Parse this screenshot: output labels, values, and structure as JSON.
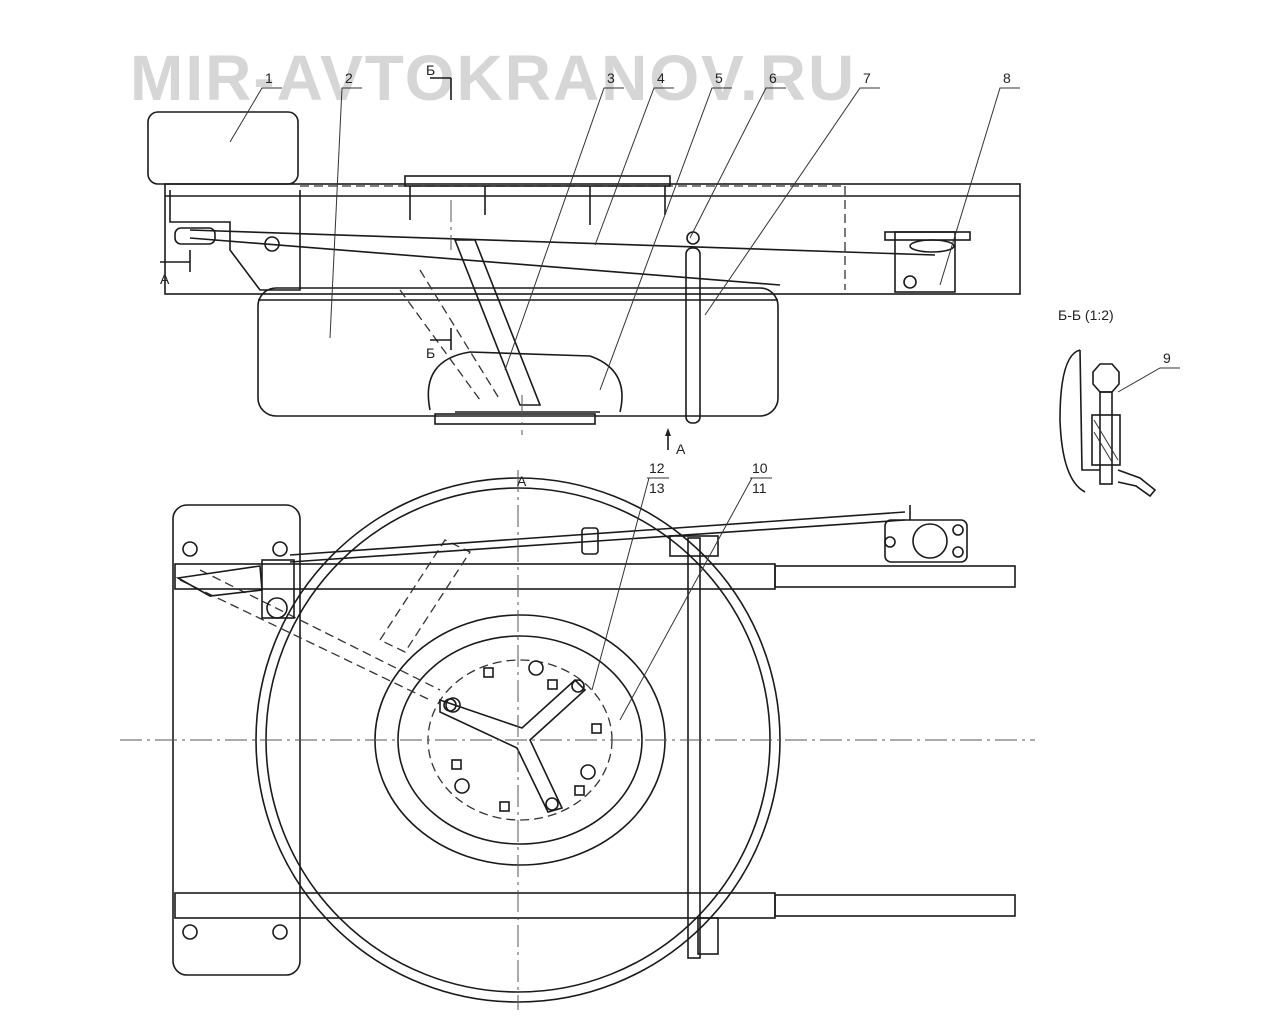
{
  "watermark": "MIR-AVTOKRANOV.RU",
  "callouts": [
    "1",
    "2",
    "3",
    "4",
    "5",
    "6",
    "7",
    "8",
    "9",
    "10",
    "11",
    "12",
    "13"
  ],
  "view_letters": {
    "b_top": "Б",
    "a_left": "А",
    "b_bottom": "Б",
    "a_bottom": "А",
    "a_view_title": "А"
  },
  "section_title": "Б-Б (1:2)"
}
